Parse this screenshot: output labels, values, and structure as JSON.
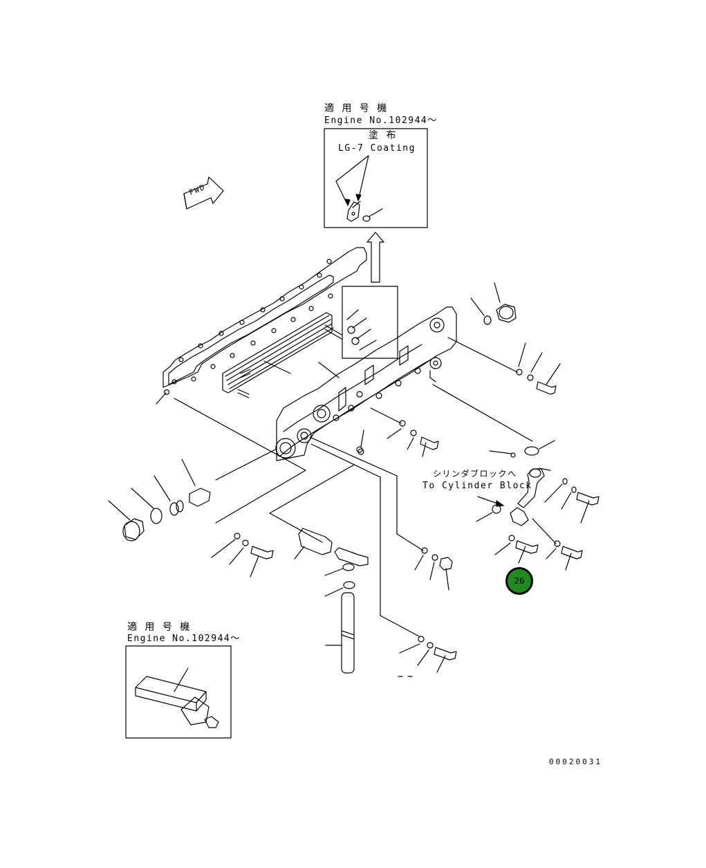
{
  "applicable_serial_label": "適 用 号 機",
  "engine_no_label": "Engine No.102944〜",
  "coating_jp": "塗 布",
  "coating_en": "LG-7 Coating",
  "fwd_label": "FWD",
  "to_block_jp": "シリンダブロックへ",
  "to_block_en": "To Cylinder Block",
  "callout_number": "26",
  "drawing_number": "00020031",
  "callout_color": "#1f8a1f"
}
